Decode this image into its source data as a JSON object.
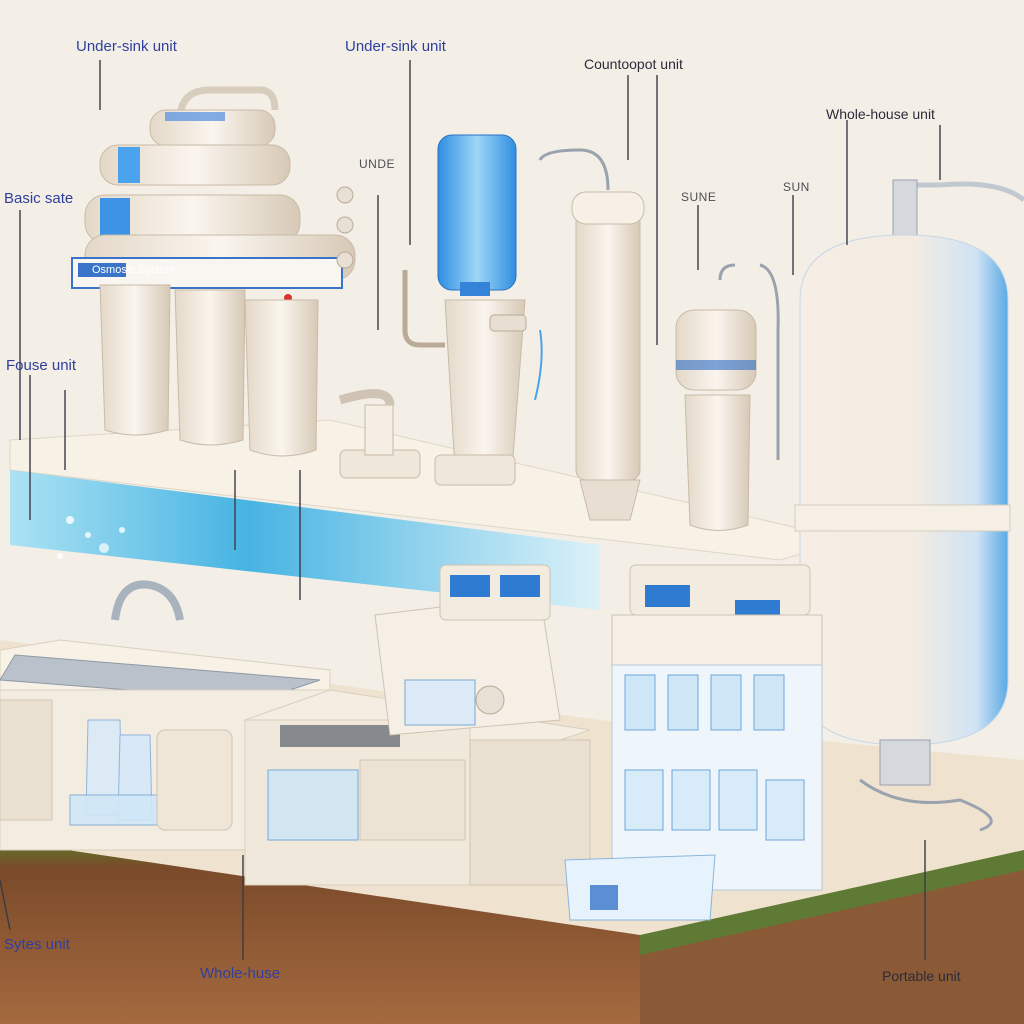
{
  "labels": {
    "under_sink_1": "Under-sink unit",
    "under_sink_2": "Under-sink unit",
    "countertop": "Countoopot unit",
    "whole_house_top": "Whole-house unit",
    "basic_state": "Basic sate",
    "house_unit": "Fouse unit",
    "unde": "UNDE",
    "sune": "SUNE",
    "sun": "SUN",
    "system_unit": "Sytes unit",
    "whole_house_bottom": "Whole-huse",
    "portable": "Portable unit",
    "banner_text": "Osmosis System"
  },
  "colors": {
    "label_blue": "#2f3f9e",
    "water_blue": "#27a8e0",
    "unit_cream": "#f1e9dc",
    "soil_brown": "#7a4a2a",
    "grass_green": "#4f7a2a"
  }
}
